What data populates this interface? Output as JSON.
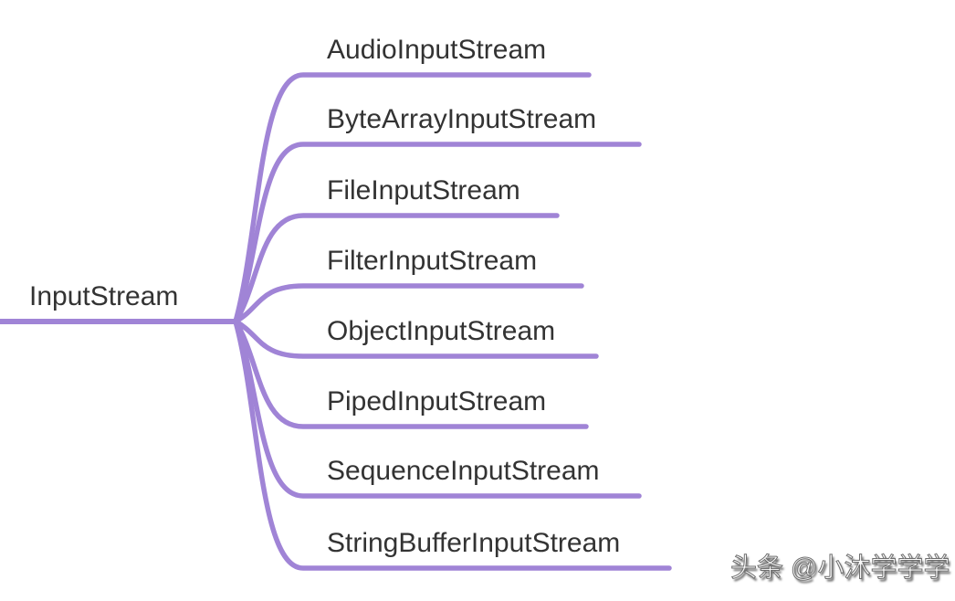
{
  "diagram": {
    "root": {
      "label": "InputStream"
    },
    "children": [
      {
        "label": "AudioInputStream"
      },
      {
        "label": "ByteArrayInputStream"
      },
      {
        "label": "FileInputStream"
      },
      {
        "label": "FilterInputStream"
      },
      {
        "label": "ObjectInputStream"
      },
      {
        "label": "PipedInputStream"
      },
      {
        "label": "SequenceInputStream"
      },
      {
        "label": "StringBufferInputStream"
      }
    ]
  },
  "watermark": {
    "text": "头条 @小沐学学学"
  },
  "colors": {
    "branch": "#a084d6",
    "node_text": "#333333",
    "background": "#ffffff"
  }
}
